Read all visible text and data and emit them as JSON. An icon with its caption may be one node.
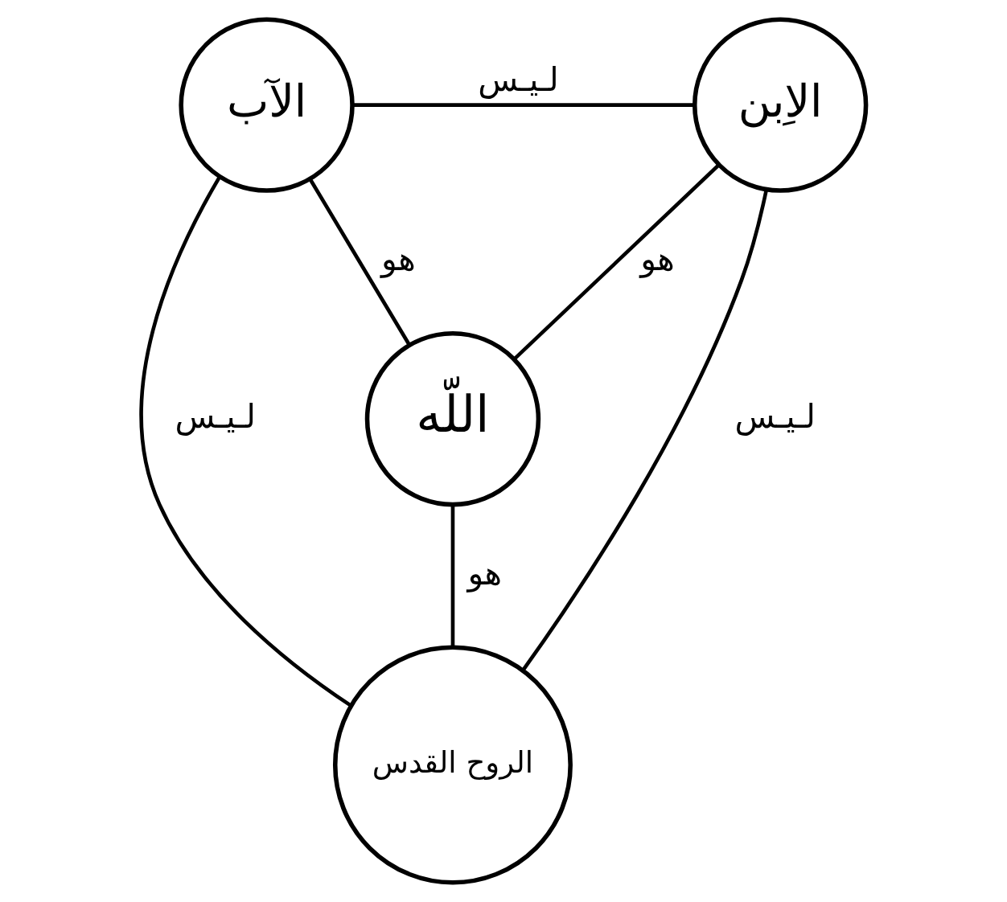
{
  "diagram": {
    "nodes": [
      {
        "text": [
          "الآب"
        ]
      },
      {
        "text": [
          "الاِبن"
        ]
      },
      {
        "text": [
          "اللّه"
        ]
      },
      {
        "text": [
          "الروح القدس"
        ]
      }
    ],
    "edges": [
      {
        "from": 0,
        "to": 1,
        "arrow": "none",
        "label": "لـيـس"
      },
      {
        "from": 0,
        "to": 2,
        "arrow": "none",
        "label": "هو"
      },
      {
        "from": 1,
        "to": 2,
        "arrow": "none",
        "label": "هو"
      },
      {
        "from": 0,
        "to": 3,
        "arrow": "none",
        "label": "لـيـس"
      },
      {
        "from": 2,
        "to": 3,
        "arrow": "none",
        "label": "هو"
      },
      {
        "from": 1,
        "to": 3,
        "arrow": "none",
        "label": "لـيـس"
      }
    ]
  }
}
